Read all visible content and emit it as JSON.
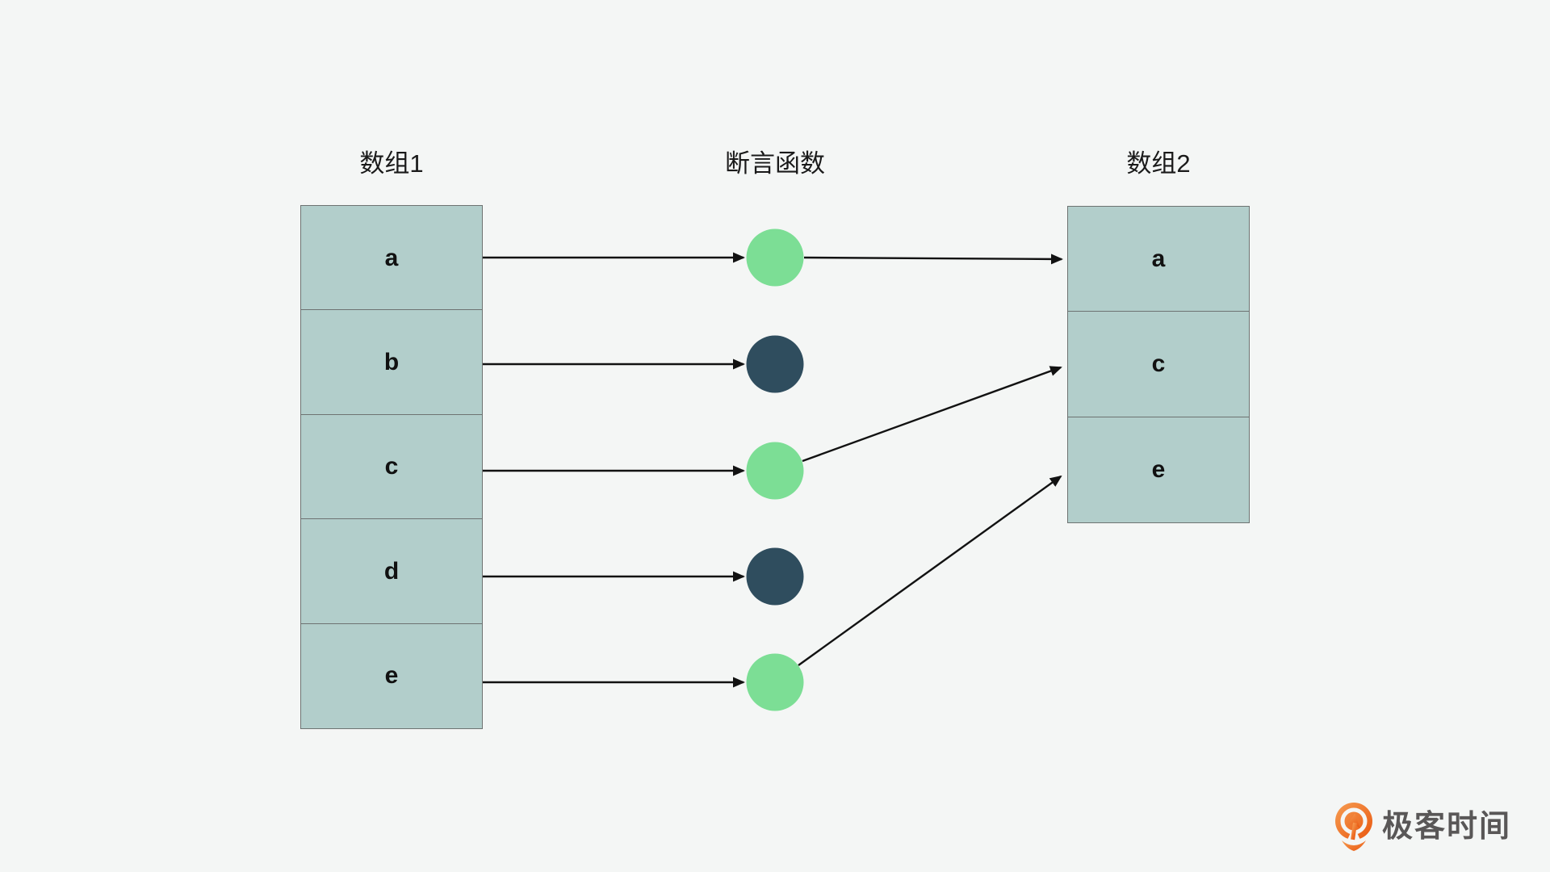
{
  "diagram": {
    "title_semantics": "array filter via predicate",
    "array1": {
      "label": "数组1",
      "cells": [
        "a",
        "b",
        "c",
        "d",
        "e"
      ]
    },
    "predicate": {
      "label": "断言函数",
      "nodes": [
        {
          "input": "a",
          "result": "pass",
          "color": "#7cde95"
        },
        {
          "input": "b",
          "result": "fail",
          "color": "#2f4d5e"
        },
        {
          "input": "c",
          "result": "pass",
          "color": "#7cde95"
        },
        {
          "input": "d",
          "result": "fail",
          "color": "#2f4d5e"
        },
        {
          "input": "e",
          "result": "pass",
          "color": "#7cde95"
        }
      ]
    },
    "array2": {
      "label": "数组2",
      "cells": [
        "a",
        "c",
        "e"
      ]
    },
    "edges": [
      {
        "from": "array1.a",
        "to": "predicate.a"
      },
      {
        "from": "array1.b",
        "to": "predicate.b"
      },
      {
        "from": "array1.c",
        "to": "predicate.c"
      },
      {
        "from": "array1.d",
        "to": "predicate.d"
      },
      {
        "from": "array1.e",
        "to": "predicate.e"
      },
      {
        "from": "predicate.a",
        "to": "array2.a"
      },
      {
        "from": "predicate.c",
        "to": "array2.c"
      },
      {
        "from": "predicate.e",
        "to": "array2.e"
      }
    ],
    "colors": {
      "background": "#f4f6f5",
      "cell_fill": "#b2cecb",
      "cell_border": "#6e7372",
      "arrow": "#121212",
      "pass": "#7cde95",
      "fail": "#2f4d5e"
    }
  },
  "logo": {
    "text": "极客时间",
    "brand_color": "#ed6c1e",
    "text_color": "#595757"
  }
}
